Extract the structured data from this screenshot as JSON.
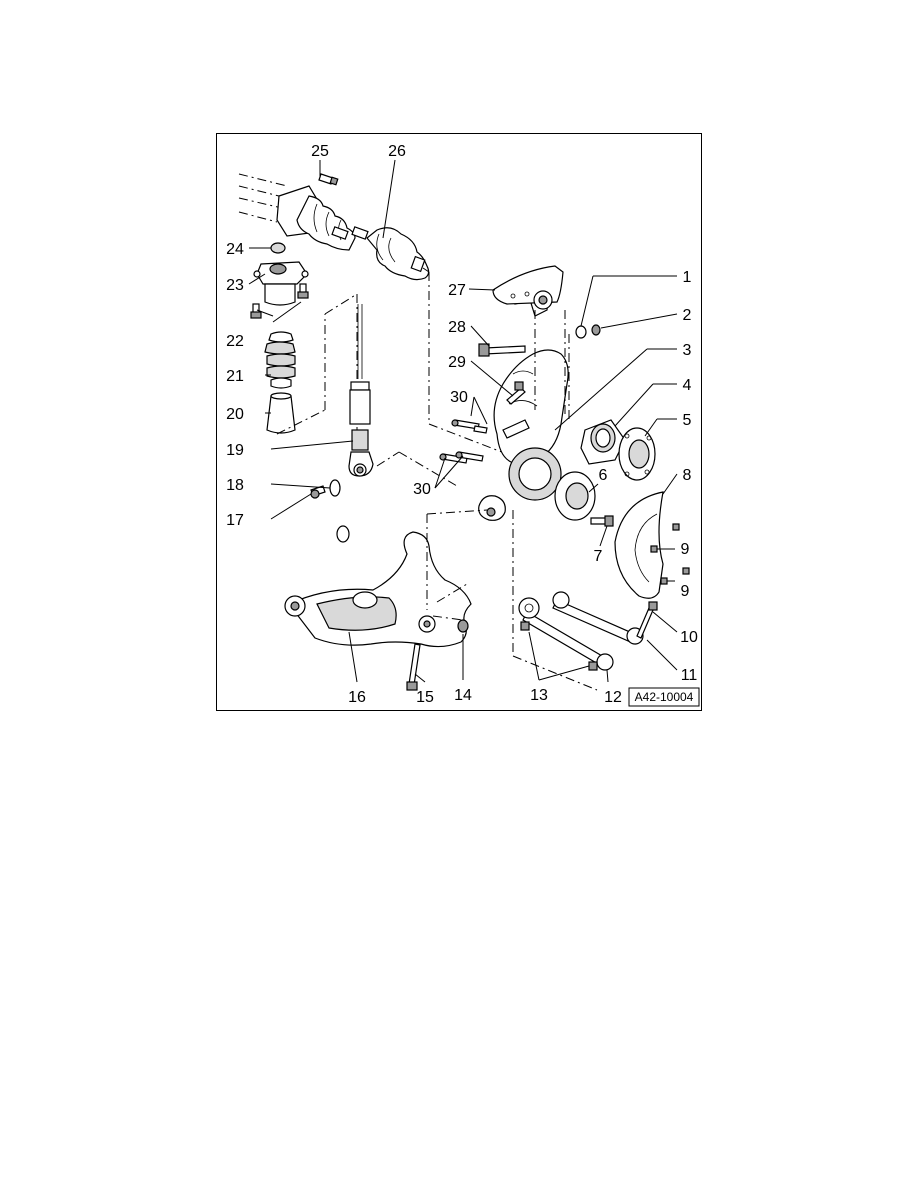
{
  "diagram": {
    "reference_code": "A42-10004",
    "callouts": [
      "1",
      "2",
      "3",
      "4",
      "5",
      "6",
      "7",
      "8",
      "9",
      "9",
      "10",
      "11",
      "12",
      "13",
      "14",
      "15",
      "16",
      "17",
      "18",
      "19",
      "20",
      "21",
      "22",
      "23",
      "24",
      "25",
      "26",
      "27",
      "28",
      "29",
      "30",
      "30"
    ]
  }
}
